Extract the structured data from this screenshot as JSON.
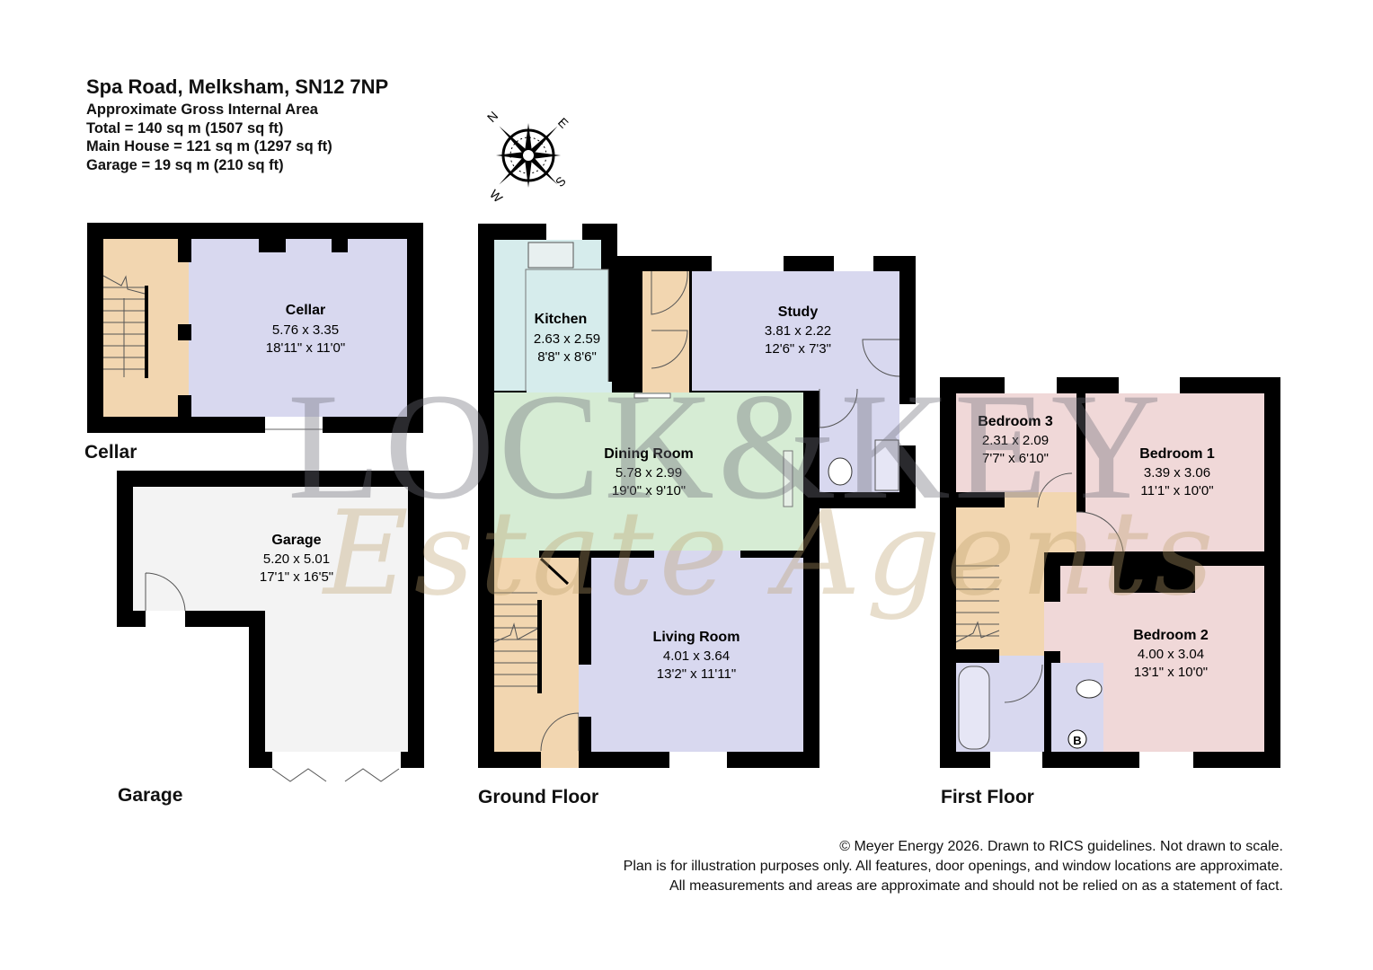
{
  "header": {
    "title": "Spa Road, Melksham, SN12 7NP",
    "subtitle": "Approximate Gross Internal Area",
    "total": "Total = 140 sq m (1507 sq ft)",
    "main_house": "Main House = 121 sq m (1297 sq ft)",
    "garage": "Garage = 19 sq m (210 sq ft)"
  },
  "compass": {
    "icon": "compass-rose-icon",
    "labels": [
      "N",
      "E",
      "S",
      "W"
    ]
  },
  "watermark": {
    "brand": "LOCK&KEY",
    "tagline": "Estate Agents"
  },
  "floors": {
    "cellar": {
      "label": "Cellar"
    },
    "garage": {
      "label": "Garage"
    },
    "ground": {
      "label": "Ground Floor"
    },
    "first": {
      "label": "First Floor"
    }
  },
  "rooms": {
    "cellar": {
      "name": "Cellar",
      "metric": "5.76 x 3.35",
      "imperial": "18'11\" x 11'0\""
    },
    "garage": {
      "name": "Garage",
      "metric": "5.20 x 5.01",
      "imperial": "17'1\" x 16'5\""
    },
    "kitchen": {
      "name": "Kitchen",
      "metric": "2.63 x 2.59",
      "imperial": "8'8\" x 8'6\""
    },
    "study": {
      "name": "Study",
      "metric": "3.81 x 2.22",
      "imperial": "12'6\" x 7'3\""
    },
    "dining": {
      "name": "Dining Room",
      "metric": "5.78 x 2.99",
      "imperial": "19'0\" x 9'10\""
    },
    "living": {
      "name": "Living Room",
      "metric": "4.01 x 3.64",
      "imperial": "13'2\" x 11'11\""
    },
    "bedroom3": {
      "name": "Bedroom 3",
      "metric": "2.31 x 2.09",
      "imperial": "7'7\" x 6'10\""
    },
    "bedroom1": {
      "name": "Bedroom 1",
      "metric": "3.39 x 3.06",
      "imperial": "11'1\" x 10'0\""
    },
    "bedroom2": {
      "name": "Bedroom 2",
      "metric": "4.00 x 3.04",
      "imperial": "13'1\" x 10'0\""
    }
  },
  "boiler_label": "B",
  "colors": {
    "wall": "#000000",
    "hall": "#f2d6b0",
    "cellar": "#d8d8ef",
    "garage": "#f3f3f3",
    "kitchen": "#d6ecec",
    "study": "#d8d8ef",
    "dining": "#d6ecd4",
    "living": "#d8d8ef",
    "bedroom": "#f0d8d8",
    "bathroom": "#d8d8ef"
  },
  "footer": {
    "line1": "© Meyer Energy 2026. Drawn to RICS guidelines.  Not drawn to scale.",
    "line2": "Plan is for illustration purposes only. All features, door openings, and window locations are approximate.",
    "line3": "All measurements and areas are approximate and should not be relied on as a statement of fact."
  }
}
